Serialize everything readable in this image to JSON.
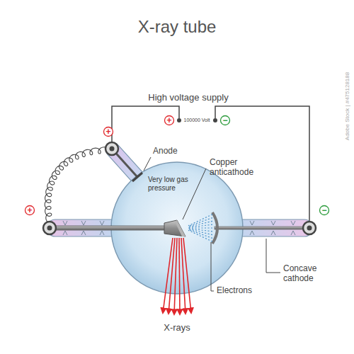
{
  "diagram": {
    "title": "X-ray tube",
    "labels": [
      "High voltage supply",
      "+",
      "100000 Volt",
      "−",
      "+",
      "Anode",
      "Copper anticathode",
      "Very low gas pressure",
      "+",
      "−",
      "Concave cathode",
      "Electrons",
      "X-rays",
      "Adobe Stock | #475128188"
    ]
  }
}
